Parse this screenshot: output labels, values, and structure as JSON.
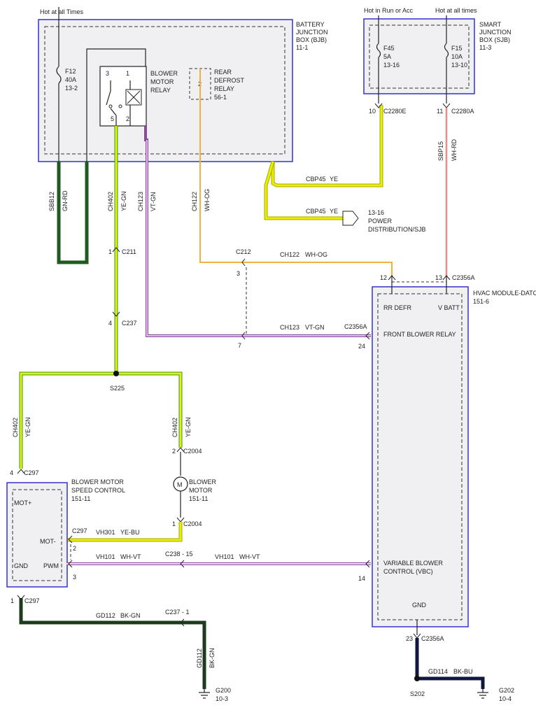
{
  "colors": {
    "ye_gn": "#e8f000",
    "ye_gn_stripe": "#2e9a2e",
    "gn_rd": "#1f5a1f",
    "vt_gn": "#c088d8",
    "wh_og": "#f2b040",
    "wh_rd": "#f08a8a",
    "bk_gn": "#1c3a1c",
    "bk_bu": "#101840",
    "module_border": "#3333cc"
  },
  "header": {
    "hot_at_all_times_left": "Hot at all Times",
    "hot_in_run_or_acc": "Hot in Run or Acc",
    "hot_at_all_times_right": "Hot at all times"
  },
  "bjb": {
    "title_lines": [
      "BATTERY",
      "JUNCTION",
      "BOX (BJB)",
      "11-1"
    ],
    "fuse_f12": [
      "F12",
      "40A",
      "13-2"
    ],
    "blower_relay": [
      "BLOWER",
      "MOTOR",
      "RELAY"
    ],
    "relay_pins": [
      "3",
      "1",
      "5",
      "2"
    ],
    "rear_defrost_relay": [
      "REAR",
      "DEFROST",
      "RELAY",
      "56-1"
    ],
    "rear_defrost_pin": "2"
  },
  "sjb": {
    "title_lines": [
      "SMART",
      "JUNCTION",
      "BOX (SJB)",
      "11-3"
    ],
    "fuse_f45": [
      "F45",
      "5A",
      "13-16"
    ],
    "fuse_f15": [
      "F15",
      "10A",
      "13-10"
    ],
    "pin_10": "10",
    "c2280e": "C2280E",
    "pin_11": "11",
    "c2280a": "C2280A"
  },
  "wires": {
    "sbb12": "SBB12",
    "gn_rd": "GN-RD",
    "ch402": "CH402",
    "ye_gn": "YE-GN",
    "ch123": "CH123",
    "vt_gn": "VT-GN",
    "ch122": "CH122",
    "wh_og": "WH-OG",
    "cbp45": "CBP45",
    "ye": "YE",
    "sbp15": "SBP15",
    "wh_rd": "WH-RD",
    "vh301": "VH301",
    "ye_bu": "YE-BU",
    "vh101": "VH101",
    "wh_vt": "WH-VT",
    "gd112": "GD112",
    "bk_gn": "BK-GN",
    "gd114": "GD114",
    "bk_bu": "BK-BU"
  },
  "connectors": {
    "c211_pin": "1",
    "c211": "C211",
    "c237_pin": "4",
    "c237": "C237",
    "s225": "S225",
    "c212": "C212",
    "c212_pin": "3",
    "c2356a_pin7": "7",
    "c2356a_pin12": "12",
    "c2356a_pin13": "13",
    "c2356a": "C2356A",
    "c2356a_pin24": "24",
    "c2356a_pin14": "14",
    "c2356a_pin23": "23",
    "c297_pin4": "4",
    "c297": "C297",
    "c2004_pin2": "2",
    "c2004": "C2004",
    "c2004_pin1": "1",
    "c297_pin2": "2",
    "c238_15": "C238 -  15",
    "c297_pin3": "3",
    "c297_pin1": "1",
    "c237_1": "C237 -  1",
    "s202": "S202",
    "power_dist": [
      "13-16",
      "POWER",
      "DISTRIBUTION/SJB"
    ]
  },
  "hvac": {
    "title_lines": [
      "HVAC MODULE-DATC",
      "151-6"
    ],
    "rr_defr": "RR DEFR",
    "v_batt": "V BATT",
    "front_blower_relay": "FRONT BLOWER RELAY",
    "variable_blower": [
      "VARIABLE BLOWER",
      "CONTROL (VBC)"
    ],
    "gnd": "GND"
  },
  "speed_control": {
    "title_lines": [
      "BLOWER MOTOR",
      "SPEED CONTROL",
      "151-11"
    ],
    "mot_plus": "MOT+",
    "mot_minus": "MOT-",
    "pwm": "PWM",
    "gnd": "GND"
  },
  "blower_motor": {
    "title_lines": [
      "BLOWER",
      "MOTOR",
      "151-11"
    ],
    "symbol": "M"
  },
  "grounds": {
    "g200": [
      "G200",
      "10-3"
    ],
    "g202": [
      "G202",
      "10-4"
    ]
  }
}
